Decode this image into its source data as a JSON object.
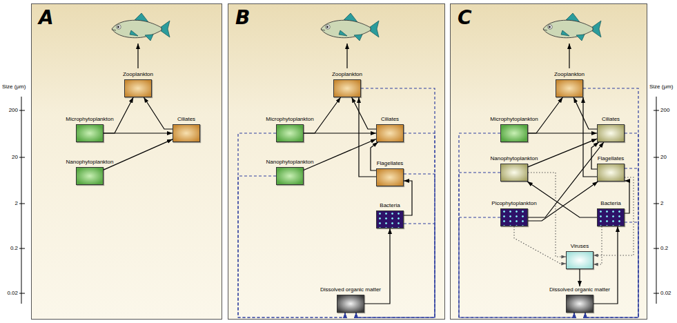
{
  "diagram": {
    "nodes": [
      {
        "text": [
          "A"
        ]
      },
      {
        "text": [
          "Zooplankton"
        ],
        "in": 0
      },
      {
        "text": [
          "Microphytoplankton"
        ],
        "in": 0
      },
      {
        "text": [
          "Ciliates"
        ],
        "in": 0
      },
      {
        "text": [
          "Nanophytoplankton"
        ],
        "in": 0
      },
      {
        "text": [
          "B"
        ]
      },
      {
        "text": [
          "Zooplankton"
        ],
        "in": 5
      },
      {
        "text": [
          "Microphytoplankton"
        ],
        "in": 5
      },
      {
        "text": [
          "Ciliates"
        ],
        "in": 5
      },
      {
        "text": [
          "Nanophytoplankton"
        ],
        "in": 5
      },
      {
        "text": [
          "Flagellates"
        ],
        "in": 5
      },
      {
        "text": [
          "Bacteria"
        ],
        "in": 5
      },
      {
        "text": [
          "Dissolved organic matter"
        ],
        "in": 5
      },
      {
        "text": [
          "C"
        ]
      },
      {
        "text": [
          "Zooplankton"
        ],
        "in": 13
      },
      {
        "text": [
          "Microphytoplankton"
        ],
        "in": 13
      },
      {
        "text": [
          "Ciliates"
        ],
        "in": 13
      },
      {
        "text": [
          "Nanophytoplankton"
        ],
        "in": 13
      },
      {
        "text": [
          "Flagellates"
        ],
        "in": 13
      },
      {
        "text": [
          "Picophytoplankton"
        ],
        "in": 13
      },
      {
        "text": [
          "Bacteria"
        ],
        "in": 13
      },
      {
        "text": [
          "Viruses"
        ],
        "in": 13
      },
      {
        "text": [
          "Dissolved organic matter"
        ],
        "in": 13
      }
    ],
    "edges": [
      {
        "from": 2,
        "to": 1,
        "arrow": "to"
      },
      {
        "from": 2,
        "to": 3,
        "arrow": "to"
      },
      {
        "from": 4,
        "to": 3,
        "arrow": "to"
      },
      {
        "from": 3,
        "to": 1,
        "arrow": "to"
      },
      {
        "from": 7,
        "to": 6,
        "arrow": "to"
      },
      {
        "from": 7,
        "to": 8,
        "arrow": "to"
      },
      {
        "from": 9,
        "to": 8,
        "arrow": "to"
      },
      {
        "from": 8,
        "to": 6,
        "arrow": "to"
      },
      {
        "from": 10,
        "to": 8,
        "arrow": "to"
      },
      {
        "from": 10,
        "to": 6,
        "arrow": "to"
      },
      {
        "from": 11,
        "to": 10,
        "arrow": "to"
      },
      {
        "from": 12,
        "to": 11,
        "arrow": "to"
      },
      {
        "from": 6,
        "to": 12,
        "arrow": "to"
      },
      {
        "from": 8,
        "to": 12,
        "arrow": "to"
      },
      {
        "from": 10,
        "to": 12,
        "arrow": "to"
      },
      {
        "from": 11,
        "to": 12,
        "arrow": "to"
      },
      {
        "from": 7,
        "to": 12,
        "arrow": "to"
      },
      {
        "from": 9,
        "to": 12,
        "arrow": "to"
      },
      {
        "from": 15,
        "to": 14,
        "arrow": "to"
      },
      {
        "from": 15,
        "to": 16,
        "arrow": "to"
      },
      {
        "from": 17,
        "to": 16,
        "arrow": "to"
      },
      {
        "from": 16,
        "to": 14,
        "arrow": "to"
      },
      {
        "from": 18,
        "to": 16,
        "arrow": "to"
      },
      {
        "from": 18,
        "to": 14,
        "arrow": "to"
      },
      {
        "from": 19,
        "to": 16,
        "arrow": "to"
      },
      {
        "from": 19,
        "to": 18,
        "arrow": "to"
      },
      {
        "from": 20,
        "to": 18,
        "arrow": "to"
      },
      {
        "from": 20,
        "to": 17,
        "arrow": "to"
      },
      {
        "from": 22,
        "to": 20,
        "arrow": "to"
      },
      {
        "from": 21,
        "to": 22,
        "arrow": "to"
      },
      {
        "from": 19,
        "to": 21,
        "arrow": "to"
      },
      {
        "from": 17,
        "to": 21,
        "arrow": "to"
      },
      {
        "from": 18,
        "to": 21,
        "arrow": "to"
      },
      {
        "from": 20,
        "to": 21,
        "arrow": "to"
      },
      {
        "from": 14,
        "to": 22,
        "arrow": "to"
      },
      {
        "from": 15,
        "to": 22,
        "arrow": "to"
      },
      {
        "from": 16,
        "to": 22,
        "arrow": "to"
      },
      {
        "from": 17,
        "to": 22,
        "arrow": "to"
      },
      {
        "from": 18,
        "to": 22,
        "arrow": "to"
      },
      {
        "from": 19,
        "to": 22,
        "arrow": "to"
      },
      {
        "from": 20,
        "to": 22,
        "arrow": "to"
      }
    ],
    "labels": [
      "Size (μm)",
      "200",
      "20",
      "2",
      "0.2",
      "0.02",
      "Size (μm)",
      "200",
      "20",
      "2",
      "0.2",
      "0.02"
    ]
  }
}
